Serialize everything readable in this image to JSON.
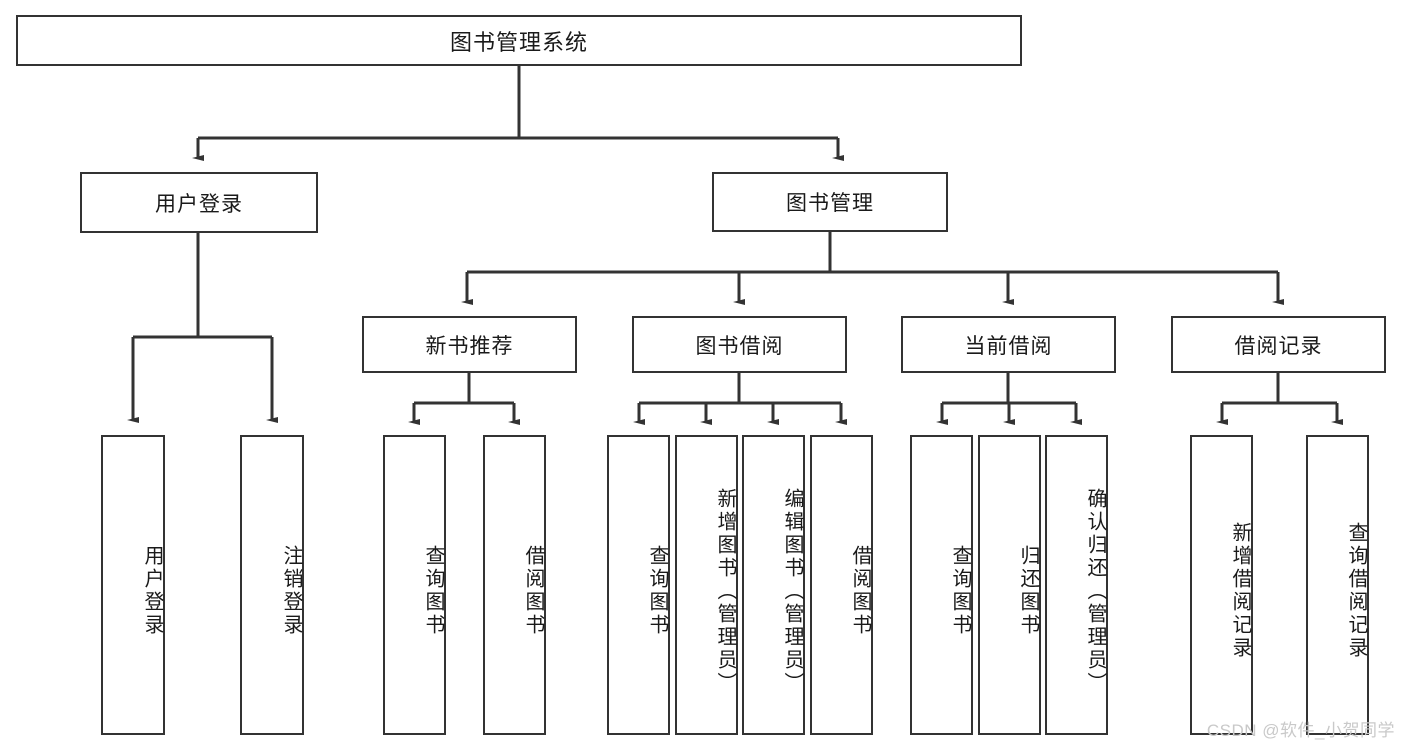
{
  "diagram": {
    "type": "tree-hierarchy",
    "title": "图书管理系统",
    "colors": {
      "box_border": "#333333",
      "box_fill": "#ffffff",
      "edge": "#333333",
      "text": "#1a1a1a",
      "watermark": "#c9c9c9",
      "background": "#ffffff"
    },
    "watermark": "CSDN @软件_小贺同学",
    "nodes": {
      "root": {
        "label": "图书管理系统"
      },
      "level1": [
        {
          "id": "user-login",
          "label": "用户登录"
        },
        {
          "id": "book-manage",
          "label": "图书管理"
        }
      ],
      "level2": [
        {
          "id": "new-book-recommend",
          "label": "新书推荐"
        },
        {
          "id": "book-borrow",
          "label": "图书借阅"
        },
        {
          "id": "current-borrow",
          "label": "当前借阅"
        },
        {
          "id": "borrow-record",
          "label": "借阅记录"
        }
      ],
      "leaves": {
        "user_login": [
          {
            "id": "leaf-user-login",
            "label": "用户登录"
          },
          {
            "id": "leaf-logout-login",
            "label": "注销登录"
          }
        ],
        "new_book_recommend": [
          {
            "id": "leaf-query-book-1",
            "label": "查询图书"
          },
          {
            "id": "leaf-borrow-book-1",
            "label": "借阅图书"
          }
        ],
        "book_borrow": [
          {
            "id": "leaf-query-book-2",
            "label": "查询图书"
          },
          {
            "id": "leaf-add-book",
            "label": "新增图书（管理员）"
          },
          {
            "id": "leaf-edit-book",
            "label": "编辑图书（管理员）"
          },
          {
            "id": "leaf-borrow-book-2",
            "label": "借阅图书"
          }
        ],
        "current_borrow": [
          {
            "id": "leaf-query-book-3",
            "label": "查询图书"
          },
          {
            "id": "leaf-return-book",
            "label": "归还图书"
          },
          {
            "id": "leaf-confirm-return",
            "label": "确认归还（管理员）"
          }
        ],
        "borrow_record": [
          {
            "id": "leaf-add-record",
            "label": "新增借阅记录"
          },
          {
            "id": "leaf-query-record",
            "label": "查询借阅记录"
          }
        ]
      }
    }
  }
}
